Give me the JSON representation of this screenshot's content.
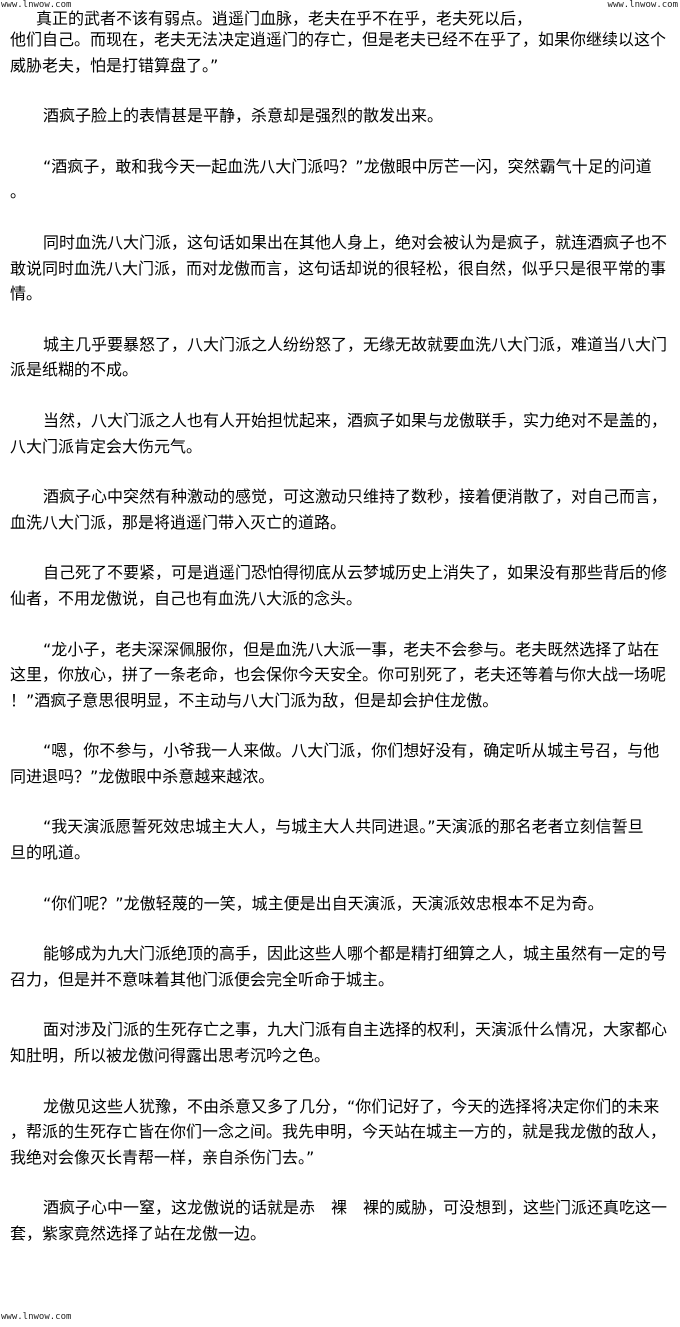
{
  "watermarks": {
    "top_left": "www.lnwow.com",
    "top_right": "www.lnwow.com",
    "bottom_left": "www.lnwow.com"
  },
  "paragraphs": [
    [
      "真正的武者不该有弱点。逍遥门血脉，老夫在乎不在乎，老夫死以后，",
      "他们自己。而现在，老夫无法决定逍遥门的存亡，但是老夫已经不在乎了，如果你继续以这个",
      "威胁老夫，怕是打错算盘了。”"
    ],
    [
      "酒疯子脸上的表情甚是平静，杀意却是强烈的散发出来。"
    ],
    [
      "“酒疯子，敢和我今天一起血洗八大门派吗？”龙傲眼中厉芒一闪，突然霸气十足的问道",
      "。"
    ],
    [
      "同时血洗八大门派，这句话如果出在其他人身上，绝对会被认为是疯子，就连酒疯子也不",
      "敢说同时血洗八大门派，而对龙傲而言，这句话却说的很轻松，很自然，似乎只是很平常的事",
      "情。"
    ],
    [
      "城主几乎要暴怒了，八大门派之人纷纷怒了，无缘无故就要血洗八大门派，难道当八大门",
      "派是纸糊的不成。"
    ],
    [
      "当然，八大门派之人也有人开始担忧起来，酒疯子如果与龙傲联手，实力绝对不是盖的，",
      "八大门派肯定会大伤元气。"
    ],
    [
      "酒疯子心中突然有种激动的感觉，可这激动只维持了数秒，接着便消散了，对自己而言，",
      "血洗八大门派，那是将逍遥门带入灭亡的道路。"
    ],
    [
      "自己死了不要紧，可是逍遥门恐怕得彻底从云梦城历史上消失了，如果没有那些背后的修",
      "仙者，不用龙傲说，自己也有血洗八大派的念头。"
    ],
    [
      "“龙小子，老夫深深佩服你，但是血洗八大派一事，老夫不会参与。老夫既然选择了站在",
      "这里，你放心，拼了一条老命，也会保你今天安全。你可别死了，老夫还等着与你大战一场呢",
      "！”酒疯子意思很明显，不主动与八大门派为敌，但是却会护住龙傲。"
    ],
    [
      "“嗯，你不参与，小爷我一人来做。八大门派，你们想好没有，确定听从城主号召，与他",
      "同进退吗？”龙傲眼中杀意越来越浓。"
    ],
    [
      "“我天演派愿誓死效忠城主大人，与城主大人共同进退。”天演派的那名老者立刻信誓旦",
      "旦的吼道。"
    ],
    [
      "“你们呢？”龙傲轻蔑的一笑，城主便是出自天演派，天演派效忠根本不足为奇。"
    ],
    [
      "能够成为九大门派绝顶的高手，因此这些人哪个都是精打细算之人，城主虽然有一定的号",
      "召力，但是并不意味着其他门派便会完全听命于城主。"
    ],
    [
      "面对涉及门派的生死存亡之事，九大门派有自主选择的权利，天演派什么情况，大家都心",
      "知肚明，所以被龙傲问得露出思考沉吟之色。"
    ],
    [
      "龙傲见这些人犹豫，不由杀意又多了几分，“你们记好了，今天的选择将决定你们的未来",
      "，帮派的生死存亡皆在你们一念之间。我先申明，今天站在城主一方的，就是我龙傲的敌人，",
      "我绝对会像灭长青帮一样，亲自杀伤门去。”"
    ],
    [
      "酒疯子心中一窒，这龙傲说的话就是赤　裸　裸的威胁，可没想到，这些门派还真吃这一",
      "套，紫家竟然选择了站在龙傲一边。"
    ]
  ]
}
